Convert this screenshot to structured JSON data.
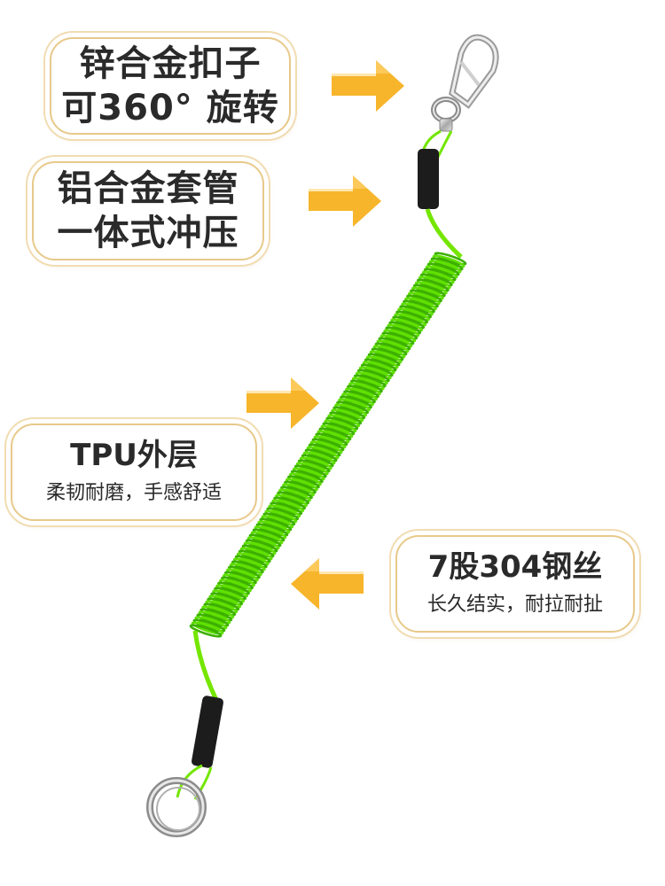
{
  "callouts": {
    "clasp": {
      "line1": "锌合金扣子",
      "line2": "可360° 旋转"
    },
    "sleeve": {
      "line1": "铝合金套管",
      "line2": "一体式冲压"
    },
    "tpu": {
      "title": "TPU外层",
      "desc": "柔韧耐磨，手感舒适"
    },
    "wire": {
      "title": "7股304钢丝",
      "desc": "长久结实，耐拉耐扯"
    }
  },
  "colors": {
    "coil": "#5fe000",
    "coil_dark": "#3db000",
    "arrow": "#f7b52c",
    "border": "#e7c98a",
    "sleeve": "#1c1c1c"
  },
  "icons": [
    "carabiner-clasp-icon",
    "split-ring-icon",
    "arrow-right-icon",
    "arrow-left-icon"
  ]
}
